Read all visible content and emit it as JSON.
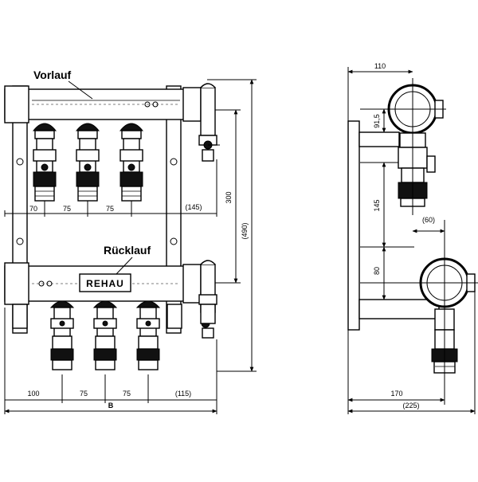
{
  "labels": {
    "supply": "Vorlauf",
    "return": "Rücklauf",
    "brand": "REHAU",
    "width_symbol": "B"
  },
  "front_view": {
    "top_dims": [
      "70",
      "75",
      "75",
      "(145)"
    ],
    "bottom_dims": [
      "100",
      "75",
      "75",
      "(115)"
    ],
    "vertical_dims": [
      "300",
      "(490)"
    ]
  },
  "side_view": {
    "top_dim": "110",
    "dims": [
      "91,5",
      "145",
      "80",
      "(60)",
      "170",
      "(225)"
    ]
  }
}
